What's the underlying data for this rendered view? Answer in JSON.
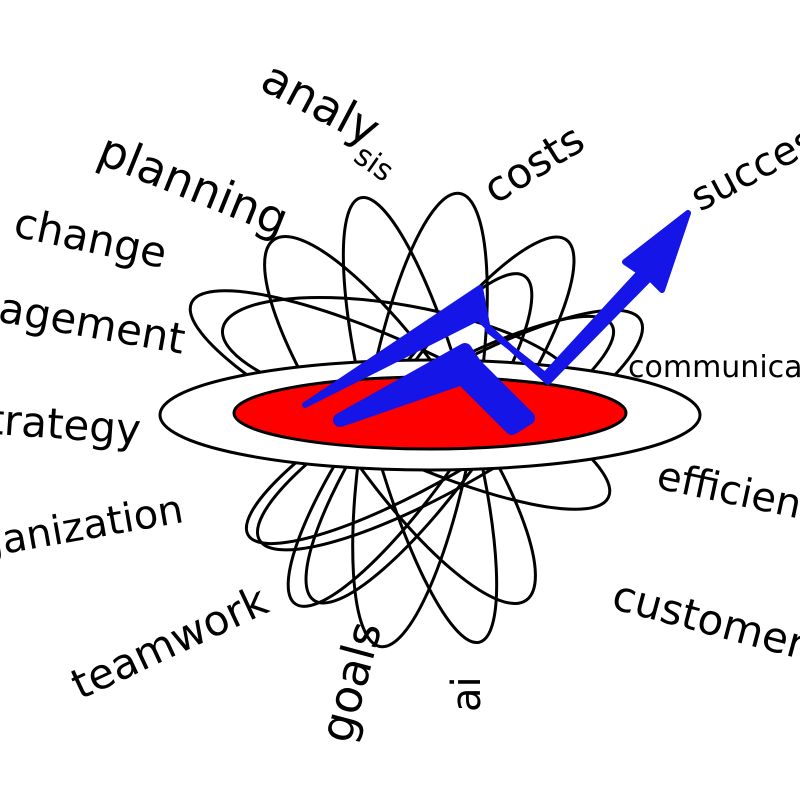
{
  "words": {
    "analysis": "analy",
    "analysis_tail": "sis",
    "planning": "planning",
    "costs": "costs",
    "success": "success",
    "change": "change",
    "management": "management",
    "strategy": "strategy",
    "communication": "communication",
    "organization": "organization",
    "efficiency": "efficiency",
    "teamwork": "teamwork",
    "customer": "customer",
    "goals": "goals",
    "ai": "ai"
  },
  "colors": {
    "arrow": "#1515e8",
    "center": "#ff0000",
    "lines": "#000000"
  }
}
